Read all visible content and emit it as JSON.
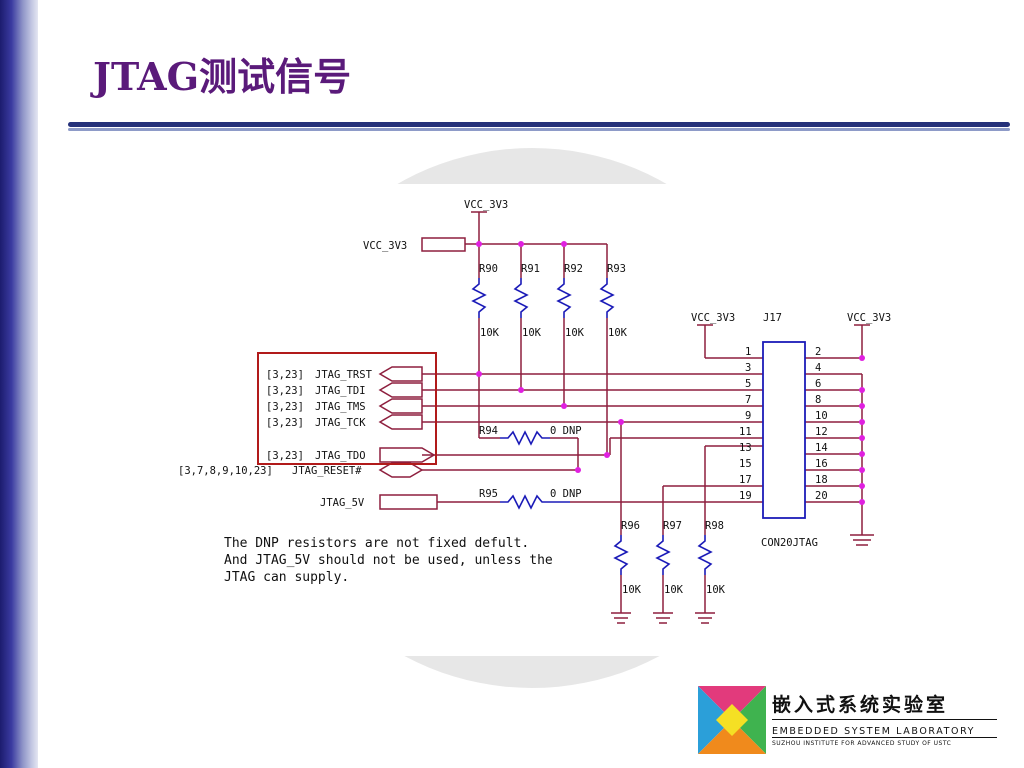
{
  "slide": {
    "title": "JTAG测试信号"
  },
  "schematic": {
    "power_labels": {
      "top": "VCC_3V3",
      "left": "VCC_3V3",
      "j17_left": "VCC_3V3",
      "j17_right": "VCC_3V3"
    },
    "pullups": [
      {
        "ref": "R90",
        "value": "10K"
      },
      {
        "ref": "R91",
        "value": "10K"
      },
      {
        "ref": "R92",
        "value": "10K"
      },
      {
        "ref": "R93",
        "value": "10K"
      }
    ],
    "pulldowns": [
      {
        "ref": "R96",
        "value": "10K"
      },
      {
        "ref": "R97",
        "value": "10K"
      },
      {
        "ref": "R98",
        "value": "10K"
      }
    ],
    "series": [
      {
        "ref": "R94",
        "value": "0 DNP"
      },
      {
        "ref": "R95",
        "value": "0 DNP"
      }
    ],
    "signals": [
      {
        "sheets": "[3,23]",
        "name": "JTAG_TRST"
      },
      {
        "sheets": "[3,23]",
        "name": "JTAG_TDI"
      },
      {
        "sheets": "[3,23]",
        "name": "JTAG_TMS"
      },
      {
        "sheets": "[3,23]",
        "name": "JTAG_TCK"
      },
      {
        "sheets": "[3,23]",
        "name": "JTAG_TDO"
      },
      {
        "sheets": "[3,7,8,9,10,23]",
        "name": "JTAG_RESET#"
      }
    ],
    "jtag_5v": "JTAG_5V",
    "connector": {
      "ref": "J17",
      "part": "CON20JTAG",
      "left_pins": [
        "1",
        "3",
        "5",
        "7",
        "9",
        "11",
        "13",
        "15",
        "17",
        "19"
      ],
      "right_pins": [
        "2",
        "4",
        "6",
        "8",
        "10",
        "12",
        "14",
        "16",
        "18",
        "20"
      ]
    },
    "note_lines": [
      "The DNP resistors are not fixed defult.",
      "And JTAG_5V should not be used, unless the",
      "JTAG can supply."
    ]
  },
  "logo": {
    "cn": "嵌入式系统实验室",
    "en": "EMBEDDED SYSTEM LABORATORY",
    "en_sub": "SUZHOU INSTITUTE FOR ADVANCED STUDY OF USTC"
  }
}
